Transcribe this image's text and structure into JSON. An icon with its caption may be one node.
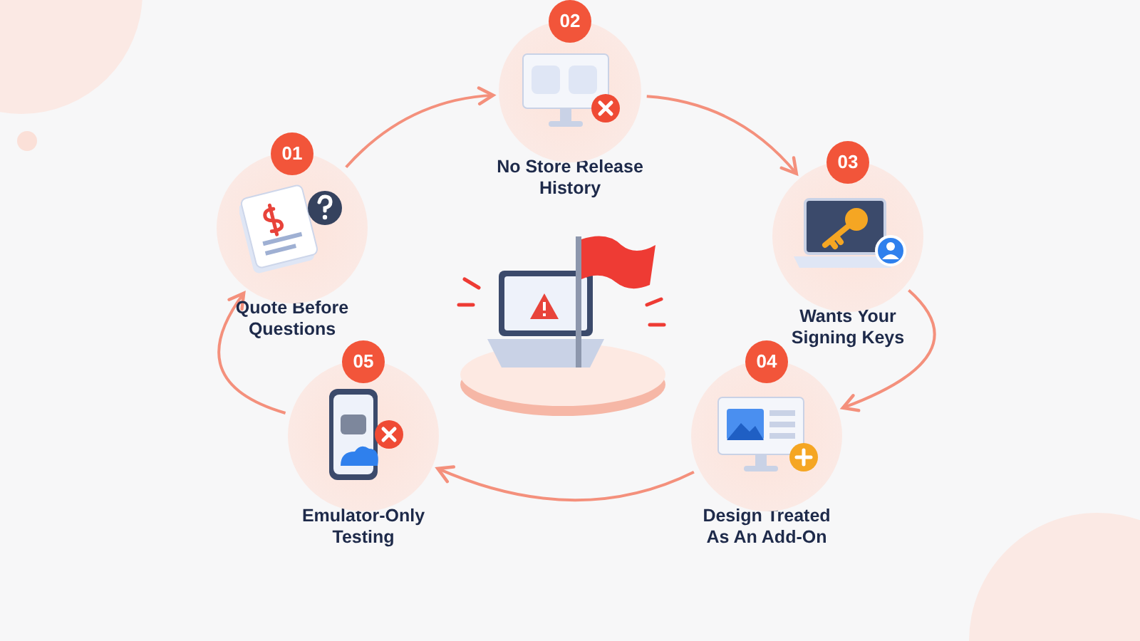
{
  "diagram": {
    "nodes": [
      {
        "text": [
          "01",
          "Quote Before Questions"
        ]
      },
      {
        "text": [
          "02",
          "No Store Release History"
        ]
      },
      {
        "text": [
          "03",
          "Wants Your Signing Keys"
        ]
      },
      {
        "text": [
          "04",
          "Design Treated As An Add-On"
        ]
      },
      {
        "text": [
          "05",
          "Emulator-Only Testing"
        ]
      },
      {
        "text": [],
        "shape": "picture"
      }
    ],
    "edges": [
      {
        "from": 0,
        "to": 1,
        "arrow": "to"
      },
      {
        "from": 1,
        "to": 2,
        "arrow": "to"
      },
      {
        "from": 2,
        "to": 3,
        "arrow": "to"
      },
      {
        "from": 3,
        "to": 4,
        "arrow": "to"
      },
      {
        "from": 4,
        "to": 0,
        "arrow": "to"
      }
    ]
  }
}
